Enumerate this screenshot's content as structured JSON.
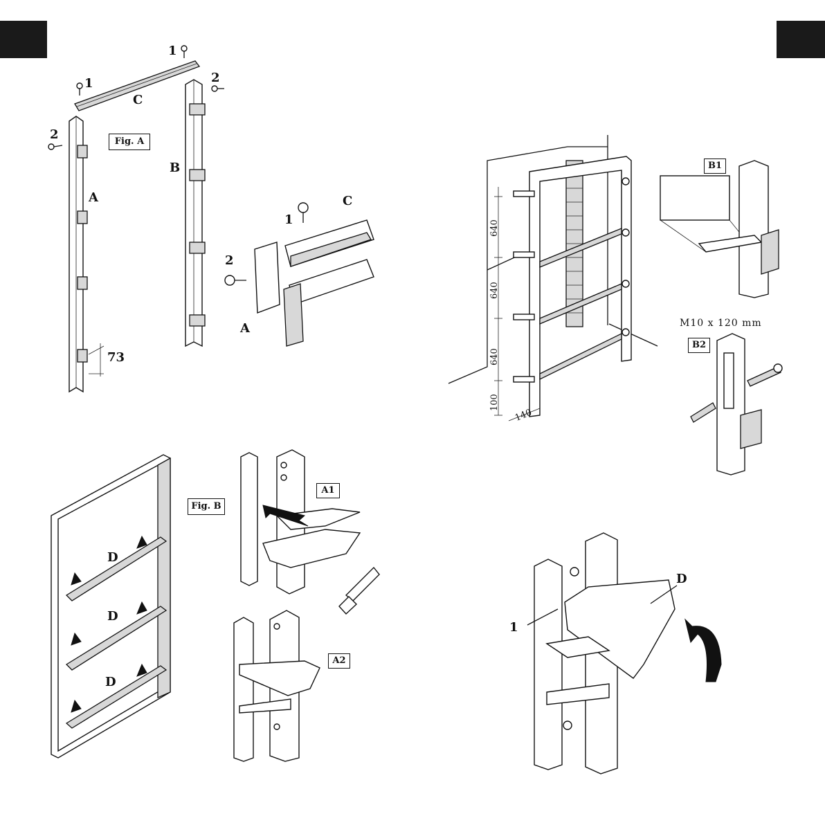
{
  "labels": {
    "figA": "Fig. A",
    "figB": "Fig. B",
    "a1": "A1",
    "a2": "A2",
    "b1": "B1",
    "b2": "B2",
    "screw1": "1",
    "screw2": "2",
    "partA": "A",
    "partB": "B",
    "partC": "C",
    "partD": "D",
    "dim73": "73",
    "anchor": "M10 x 120 mm",
    "dim640": "640",
    "dim100": "100",
    "dim140": "140"
  },
  "colors": {
    "ink": "#111111",
    "panelFill": "#ffffff",
    "shade": "#d8d8d8",
    "tab": "#1a1a1a"
  }
}
